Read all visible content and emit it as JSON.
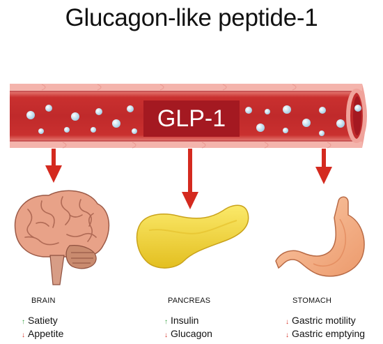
{
  "title": "Glucagon-like peptide-1",
  "hormone_label": "GLP-1",
  "colors": {
    "vessel": "#c62a2c",
    "vessel_dark": "#8d1218",
    "arrow": "#d42a1f",
    "up": "#2e9e3a",
    "down": "#d42a1f",
    "pancreas": "#f2d639",
    "brain": "#e7a48a",
    "stomach": "#f5b38b"
  },
  "organs": [
    {
      "name": "BRAIN",
      "icon": "brain-icon",
      "effects": [
        {
          "dir": "up",
          "text": "Satiety"
        },
        {
          "dir": "down",
          "text": "Appetite"
        }
      ]
    },
    {
      "name": "PANCREAS",
      "icon": "pancreas-icon",
      "effects": [
        {
          "dir": "up",
          "text": "Insulin"
        },
        {
          "dir": "down",
          "text": "Glucagon"
        }
      ]
    },
    {
      "name": "STOMACH",
      "icon": "stomach-icon",
      "effects": [
        {
          "dir": "down",
          "text": "Gastric motility"
        },
        {
          "dir": "down",
          "text": "Gastric emptying"
        }
      ]
    }
  ],
  "arrow_symbols": {
    "up": "↑",
    "down": "↓"
  }
}
